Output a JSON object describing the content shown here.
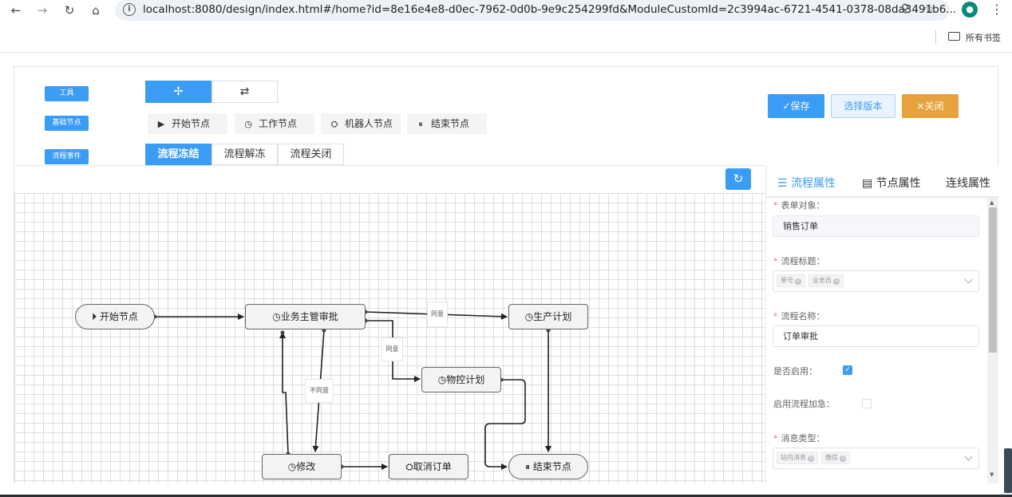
{
  "browser": {
    "url": "localhost:8080/design/index.html#/home?id=8e16e4e8-d0ec-7962-0d0b-9e9c254299fd&ModuleCustomId=2c3994ac-6721-4541-0378-08da3491b6...",
    "bookmarks_label": "所有书签",
    "icons": [
      "back-icon",
      "forward-icon",
      "reload-icon",
      "home-icon",
      "info-icon",
      "zoom-icon",
      "star-icon",
      "profile-icon",
      "menu-icon",
      "folder-icon"
    ]
  },
  "toolbar": {
    "tools_label": "工具",
    "base_nodes_label": "基础节点",
    "flow_events_label": "流程事件",
    "tools": [
      {
        "name": "move-tool",
        "glyph": "✢"
      },
      {
        "name": "connect-tool",
        "glyph": "⇄"
      }
    ],
    "nodes": [
      {
        "label": "开始节点",
        "icon": "play-circle-icon",
        "glyph": "▶"
      },
      {
        "label": "工作节点",
        "icon": "timer-icon",
        "glyph": "◷"
      },
      {
        "label": "机器人节点",
        "icon": "robot-icon",
        "glyph": "⛭"
      },
      {
        "label": "结束节点",
        "icon": "pause-circle-icon",
        "glyph": "⏸"
      }
    ],
    "events": [
      "流程冻结",
      "流程解冻",
      "流程关闭"
    ],
    "active_event": "流程冻结"
  },
  "actions": {
    "save": "✓保存",
    "select_version": "选择版本",
    "close": "×关闭"
  },
  "flow": {
    "nodes": {
      "start": "开始节点",
      "manager_review": "业务主管审批",
      "production_plan": "生产计划",
      "material_plan": "物控计划",
      "modify": "修改",
      "cancel_order": "取消订单",
      "end": "结束节点"
    },
    "edge_labels": {
      "agree_1": "同意",
      "agree_2": "同意",
      "disagree": "不同意"
    }
  },
  "properties": {
    "tabs": [
      {
        "label": "流程属性",
        "icon": "sliders-icon"
      },
      {
        "label": "节点属性",
        "icon": "document-icon"
      },
      {
        "label": "连线属性",
        "icon": ""
      }
    ],
    "active_tab": "流程属性",
    "form_object_label": "表单对象：",
    "form_object_value": "销售订单",
    "flow_title_label": "流程标题：",
    "flow_title_tags": [
      "单号",
      "业务员"
    ],
    "flow_name_label": "流程名称：",
    "flow_name_value": "订单审批",
    "enabled_label": "是否启用：",
    "enabled": true,
    "urgent_label": "启用流程加急：",
    "urgent": false,
    "message_type_label": "消息类型：",
    "message_type_tags": [
      "站内消息",
      "微信"
    ]
  },
  "colors": {
    "primary": "#3b9cf6",
    "warning": "#e6a23c",
    "required": "#f56c6c"
  }
}
